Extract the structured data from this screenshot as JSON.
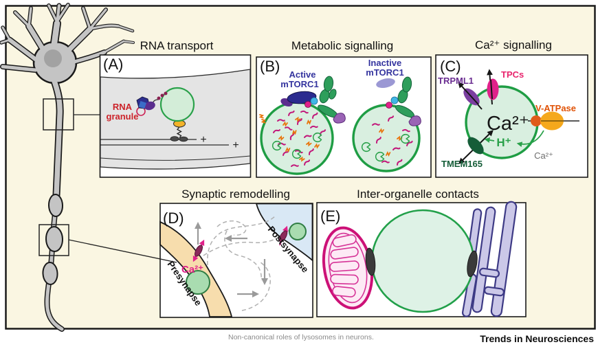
{
  "figure": {
    "caption": "Non-canonical roles of lysosomes in neurons.",
    "journal": "Trends in Neurosciences"
  },
  "panel_a": {
    "letter": "(A)",
    "title": "RNA transport",
    "rna_line1": "RNA",
    "rna_line2": "granule",
    "plus1": "+",
    "plus2": "+"
  },
  "panel_b": {
    "letter": "(B)",
    "title": "Metabolic signalling",
    "active_line1": "Active",
    "active_line2": "mTORC1",
    "inactive_line1": "Inactive",
    "inactive_line2": "mTORC1"
  },
  "panel_c": {
    "letter": "(C)",
    "title": "Ca²⁺ signalling",
    "trpml1": "TRPML1",
    "tpcs": "TPCs",
    "v_atpase": "V-ATPase",
    "tmem165": "TMEM165",
    "ca_lumen": "Ca²⁺",
    "h_plus": "H⁺",
    "ca_cytosol": "Ca²⁺"
  },
  "panel_d": {
    "letter": "(D)",
    "title": "Synaptic remodelling",
    "presynapse": "Presynapse",
    "postsynapse": "Postsynapse",
    "ca": "Ca²⁺"
  },
  "panel_e": {
    "letter": "(E)",
    "title": "Inter-organelle contacts"
  },
  "colors": {
    "background_cream": "#faf6e2",
    "lysosome_green": "#22a04a",
    "lysosome_fill": "#ddf1e3",
    "magenta": "#e0218a",
    "trpml1_purple": "#7b3fa0",
    "tmem165_green": "#155d38",
    "v_atpase_orange": "#e05206",
    "mtorc1_navy": "#33339e",
    "rna_red": "#cc2229",
    "mito_pink": "#cc1177",
    "er_purple": "#3d3a85",
    "presynapse_tan": "#f7ddad",
    "postsynapse_blue": "#d9e8f5"
  }
}
